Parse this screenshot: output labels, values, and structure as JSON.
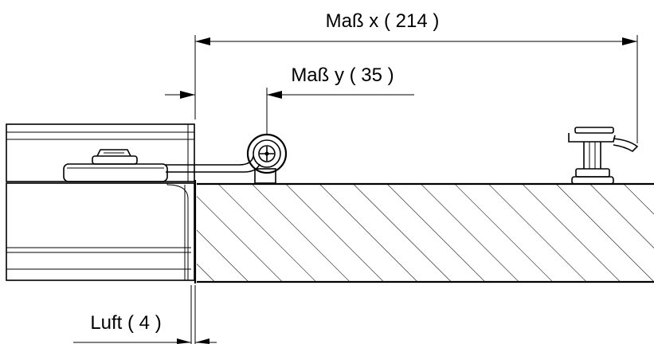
{
  "dimensions": {
    "x": {
      "label": "Maß x ( 214 )",
      "value": 214
    },
    "y": {
      "label": "Maß y ( 35 )",
      "value": 35
    },
    "air_gap": {
      "label": "Luft ( 4 )",
      "value": 4
    }
  },
  "colors": {
    "line": "#000000",
    "background": "#ffffff"
  }
}
